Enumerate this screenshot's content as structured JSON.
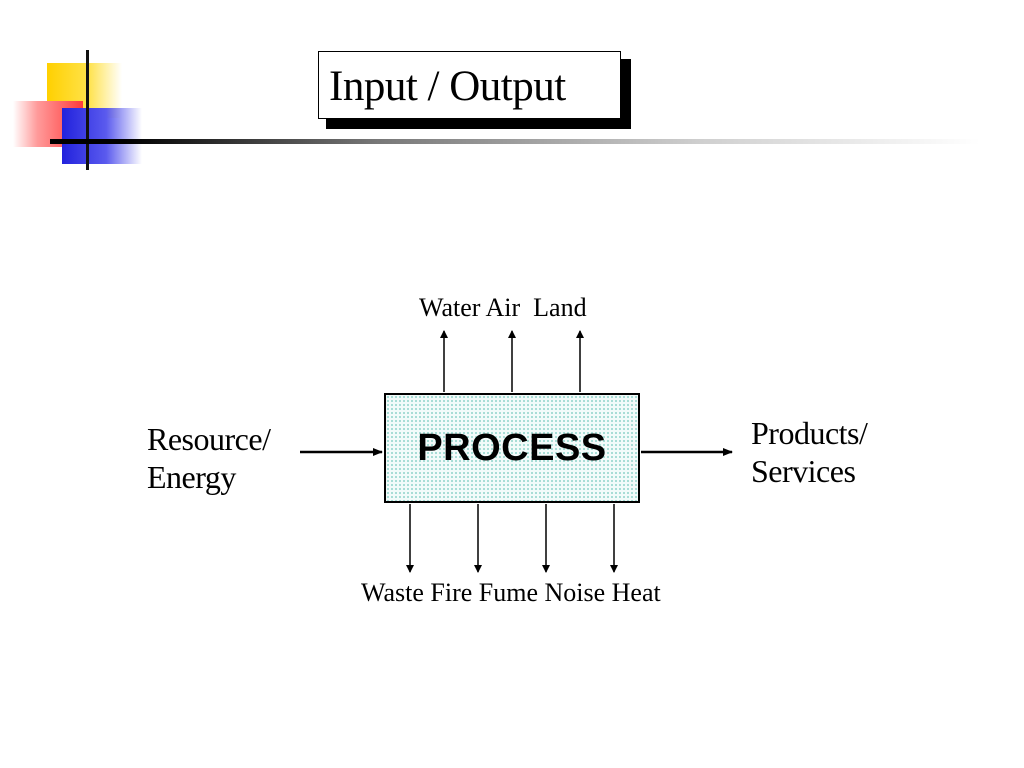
{
  "title": "Input / Output",
  "diagram": {
    "process_label": "PROCESS",
    "input_label": [
      "Resource/",
      "Energy"
    ],
    "output_label": [
      "Products/",
      "Services"
    ],
    "emission_label": "Water Air  Land",
    "waste_label": "Waste Fire Fume Noise Heat"
  },
  "colors": {
    "process_fill": "#f2fbfa",
    "process_dots": "#8fd3ca",
    "logo_yellow": "#ffd000",
    "logo_red": "#ff3b3b",
    "logo_blue": "#2222dd"
  }
}
